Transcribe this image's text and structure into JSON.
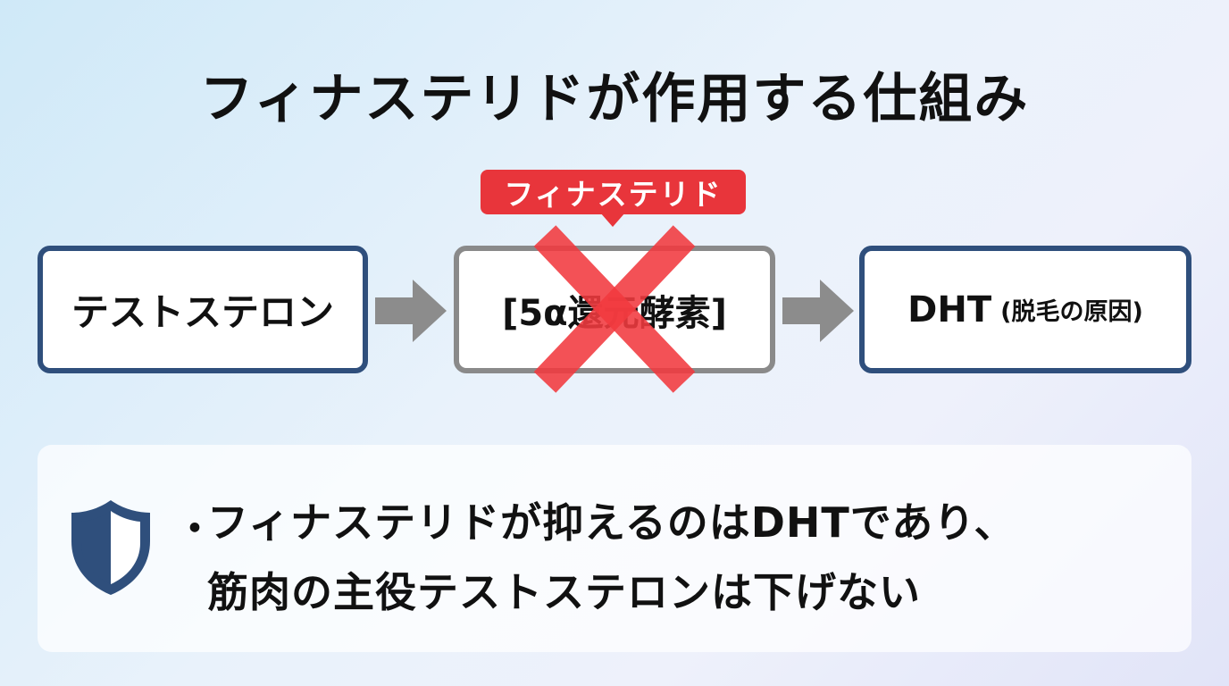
{
  "title": "フィナステリドが作用する仕組み",
  "flow": {
    "left_label": "テストステロン",
    "middle_label": "[5α還元酵素]",
    "right_label": "DHT",
    "right_sub": "(脱毛の原因)",
    "blocker_label": "フィナステリド"
  },
  "note": {
    "bullet": "・",
    "line1": "フィナステリドが抑えるのはDHTであり、",
    "line2": "筋肉の主役テストステロンは下げない"
  },
  "icons": {
    "arrow": "arrow-right-icon",
    "cross": "cross-icon",
    "shield": "shield-icon"
  },
  "colors": {
    "node_border_blue": "#2f4f7c",
    "node_border_gray": "#8a8a8a",
    "blocker_red": "#e8353b",
    "arrow_gray": "#8c8c8c"
  }
}
